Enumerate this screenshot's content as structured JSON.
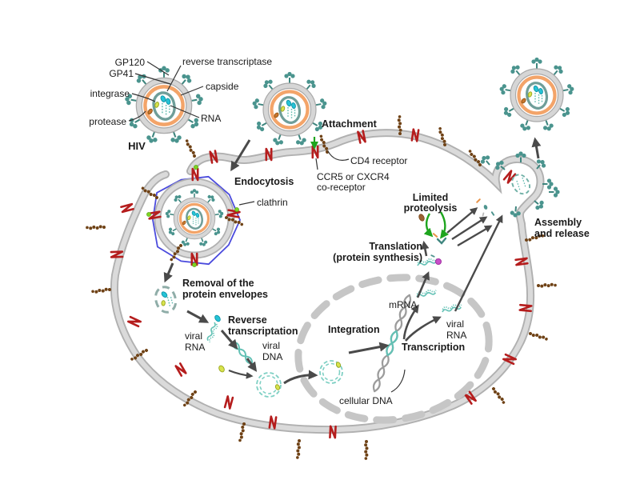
{
  "labels": {
    "gp120": "GP120",
    "gp41": "GP41",
    "integrase": "integrase",
    "protease": "protease",
    "hiv": "HIV",
    "reverse_transcriptase": "reverse transcriptase",
    "capside": "capside",
    "rna": "RNA",
    "attachment": "Attachment",
    "cd4_receptor": "CD4 receptor",
    "coreceptor_1": "CCR5 or CXCR4",
    "coreceptor_2": "co-receptor",
    "endocytosis": "Endocytosis",
    "clathrin": "clathrin",
    "removal_1": "Removal of the",
    "removal_2": "protein envelopes",
    "viral_rna_1": "viral",
    "viral_rna_2": "RNA",
    "reverse_1": "Reverse",
    "reverse_2": "transcriptation",
    "viral_dna_1": "viral",
    "viral_dna_2": "DNA",
    "integration": "Integration",
    "transcription": "Transcription",
    "mrna": "mRNA",
    "nuc_viral_rna_1": "viral",
    "nuc_viral_rna_2": "RNA",
    "cellular_dna": "cellular DNA",
    "translation_1": "Translation",
    "translation_2": "(protein synthesis)",
    "proteolysis_1": "Limited",
    "proteolysis_2": "proteolysis",
    "assembly_1": "Assembly",
    "assembly_2": "and release"
  },
  "colors": {
    "membrane": "#c9c9c9",
    "membrane_edge": "#b0b0b0",
    "spike_teal": "#4a948e",
    "envelope_ring_orange": "#f3a469",
    "capsid_teal": "#6f9e99",
    "reverse_transcriptase_cyan": "#25c3d6",
    "integrase_yellow": "#d8e34d",
    "protease_orange_brown": "#c9762e",
    "coreceptor_red": "#b51d1d",
    "cd4_brown": "#6f4216",
    "clathrin_blue": "#4b4bdd",
    "nucleic_acid_teal": "#63c1b5",
    "cellular_dna_gray": "#9c9c9c",
    "arrow_gray": "#4a4a4a",
    "proteolysis_green": "#1ea51e",
    "ribosome_magenta": "#c94fc9",
    "background": "#ffffff"
  }
}
